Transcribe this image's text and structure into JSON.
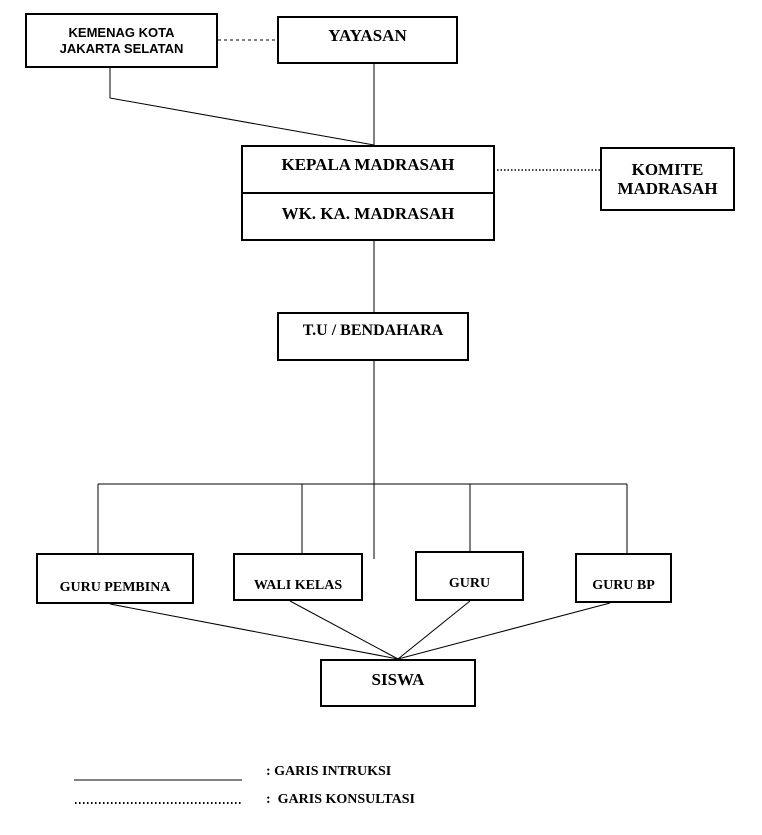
{
  "nodes": {
    "kemenag": "KEMENAG KOTA\nJAKARTA SELATAN",
    "yayasan": "YAYASAN",
    "kepala": "KEPALA MADRASAH",
    "wakil": "WK. KA. MADRASAH",
    "komite": "KOMITE\nMADRASAH",
    "tu": "T.U / BENDAHARA",
    "guru_pembina": "GURU PEMBINA",
    "wali_kelas": "WALI KELAS",
    "guru": "GURU",
    "guru_bp": "GURU BP",
    "siswa": "SISWA"
  },
  "legend": {
    "instruksi": ": GARIS INTRUKSI",
    "konsultasi": ":  GARIS KONSULTASI"
  }
}
